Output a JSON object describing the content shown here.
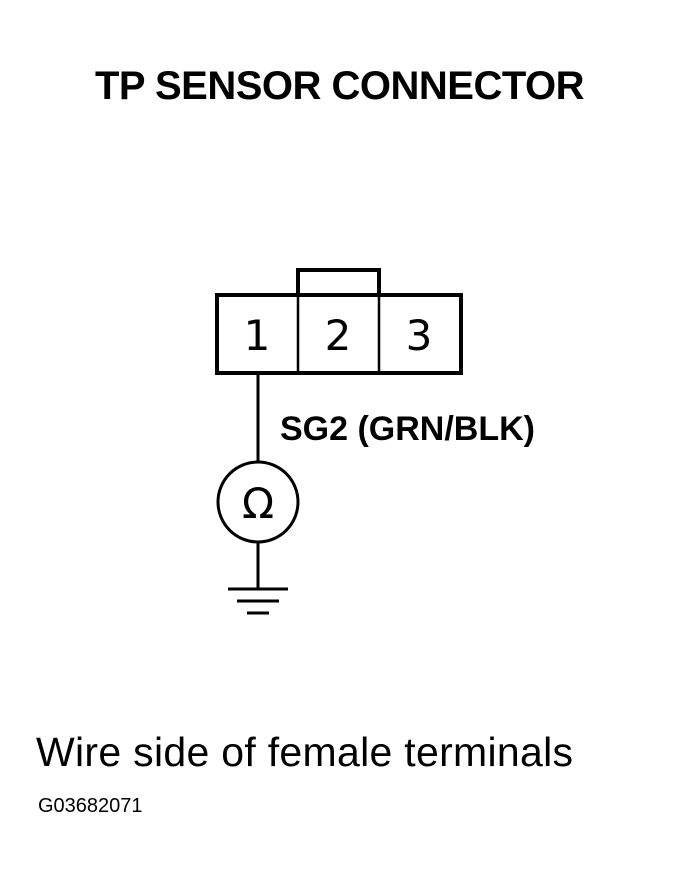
{
  "title": "TP SENSOR CONNECTOR",
  "connector": {
    "terminals": [
      "1",
      "2",
      "3"
    ]
  },
  "wire_label": "SG2 (GRN/BLK)",
  "meter_symbol": "Ω",
  "caption": "Wire side of female terminals",
  "figure_code": "G03682071",
  "icons": [
    "ohmmeter-icon",
    "ground-icon"
  ],
  "colors": {
    "ink": "#000000",
    "background": "#ffffff"
  }
}
